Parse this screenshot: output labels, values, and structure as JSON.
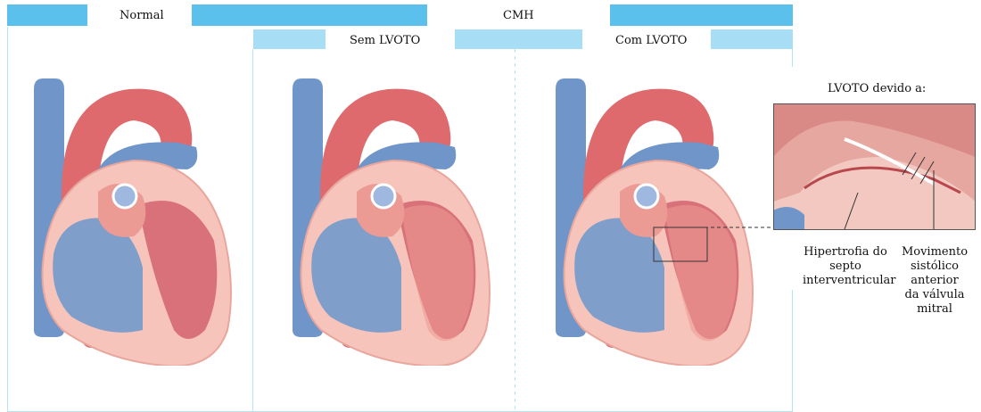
{
  "header": {
    "normal_label": "Normal",
    "cmh_label": "CMH",
    "sem_label": "Sem LVOTO",
    "com_label": "Com LVOTO"
  },
  "inset": {
    "title": "LVOTO devido a:",
    "label_left": [
      "Hipertrofia do",
      "septo",
      "interventricular"
    ],
    "label_right": [
      "Movimento",
      "sistólico anterior",
      "da válvula mitral"
    ]
  },
  "colors": {
    "band_dark": "#5bc0ec",
    "band_light": "#a8def5",
    "blue_vessel": "#6f95c9",
    "red_artery": "#de6a6e",
    "heart_wall": "#f6c4bb",
    "lv_cavity": "#d9717a",
    "rv_cavity": "#7f9fca"
  }
}
